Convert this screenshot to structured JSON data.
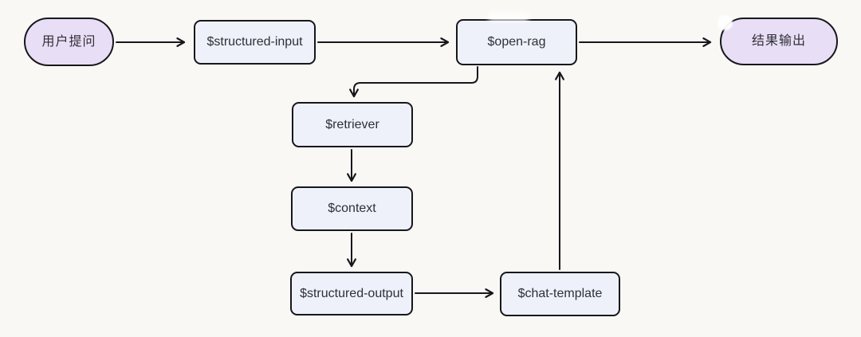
{
  "diagram": {
    "title": "open-rag pipeline flowchart",
    "nodes": {
      "user_question": {
        "label": "用户提问",
        "shape": "pill"
      },
      "structured_input": {
        "label": "$structured-input",
        "shape": "rect"
      },
      "open_rag": {
        "label": "$open-rag",
        "shape": "rect"
      },
      "result_output": {
        "label": "结果输出",
        "shape": "pill"
      },
      "retriever": {
        "label": "$retriever",
        "shape": "rect"
      },
      "context": {
        "label": "$context",
        "shape": "rect"
      },
      "structured_output": {
        "label": "$structured-output",
        "shape": "rect"
      },
      "chat_template": {
        "label": "$chat-template",
        "shape": "rect"
      }
    },
    "edges": [
      {
        "from": "user_question",
        "to": "structured_input"
      },
      {
        "from": "structured_input",
        "to": "open_rag"
      },
      {
        "from": "open_rag",
        "to": "result_output"
      },
      {
        "from": "open_rag",
        "to": "retriever"
      },
      {
        "from": "retriever",
        "to": "context"
      },
      {
        "from": "context",
        "to": "structured_output"
      },
      {
        "from": "structured_output",
        "to": "chat_template"
      },
      {
        "from": "chat_template",
        "to": "open_rag"
      }
    ],
    "colors": {
      "background": "#faf8f4",
      "pill_fill": "#e8def5",
      "rect_fill": "#eef1f9",
      "stroke": "#17171c",
      "text": "#2f2f38"
    }
  }
}
